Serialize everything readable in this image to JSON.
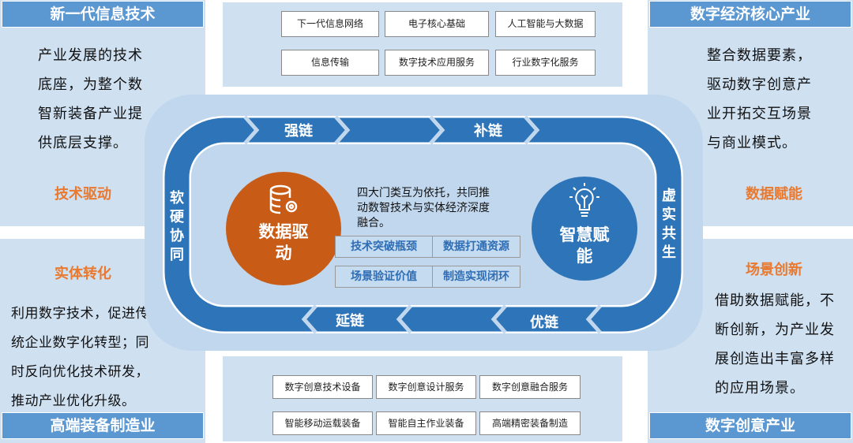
{
  "top_left": {
    "title": "新一代信息技术",
    "lines": [
      "产业发展的技术",
      "底座，为整个数",
      "智新装备产业提",
      "供底层支撑。"
    ],
    "tag": "技术驱动"
  },
  "top_right": {
    "title": "数字经济核心产业",
    "lines": [
      "整合数据要素，",
      "驱动数字创意产",
      "业开拓交互场景",
      "与商业模式。"
    ],
    "tag": "数据赋能"
  },
  "bottom_left": {
    "title": "高端装备制造业",
    "lines": [
      "利用数字技术，促进传",
      "统企业数字化转型；同",
      "时反向优化技术研发，",
      "推动产业优化升级。"
    ],
    "tag": "实体转化"
  },
  "bottom_right": {
    "title": "数字创意产业",
    "lines": [
      "借助数据赋能，不",
      "断创新，为产业发",
      "展创造出丰富多样",
      "的应用场景。"
    ],
    "tag": "场景创新"
  },
  "top_items": [
    "下一代信息网络",
    "电子核心基础",
    "人工智能与大数据",
    "信息传输",
    "数字技术应用服务",
    "行业数字化服务"
  ],
  "bottom_items": [
    "数字创意技术设备",
    "数字创意设计服务",
    "数字创意融合服务",
    "智能移动运载装备",
    "智能自主作业装备",
    "高端精密装备制造"
  ],
  "loop": {
    "top": [
      "强链",
      "补链"
    ],
    "bottom": [
      "延链",
      "优链"
    ],
    "left": [
      "软",
      "硬",
      "协",
      "同"
    ],
    "right": [
      "虚",
      "实",
      "共",
      "生"
    ]
  },
  "center": {
    "left_circle": [
      "数据驱",
      "动"
    ],
    "right_circle": [
      "智慧赋",
      "能"
    ],
    "desc": [
      "四大门类互为依托，共同推",
      "动数智技术与实体经济深度",
      "融合。"
    ],
    "tags": [
      "技术突破瓶颈",
      "数据打通资源",
      "场景验证价值",
      "制造实现闭环"
    ]
  },
  "colors": {
    "band": "#2e74b8",
    "panel": "#cfe0f1",
    "header": "#5b97d1",
    "orange": "#c85c16",
    "accent": "#e9792f"
  }
}
